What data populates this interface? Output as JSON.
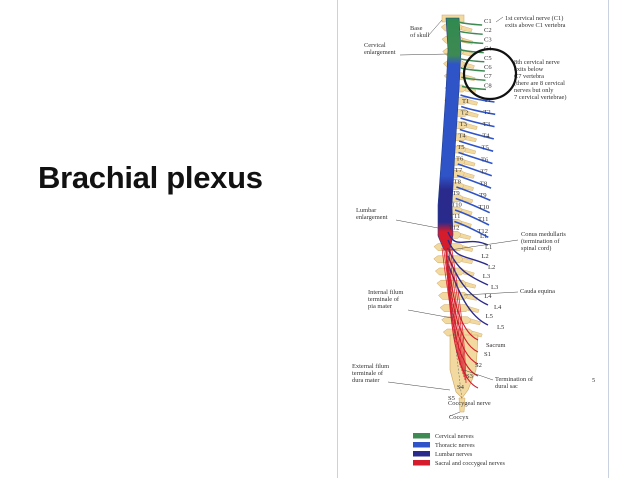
{
  "slide": {
    "title": "Brachial plexus",
    "page_number": "5"
  },
  "figure": {
    "labels": {
      "base_of_skull": [
        "Base",
        "of skull"
      ],
      "first_cervical": [
        "1st cervical nerve (C1)",
        "exits above C1 vertebra"
      ],
      "cervical_enlargement": [
        "Cervical",
        "enlargement"
      ],
      "eighth_cervical": [
        "8th cervical nerve",
        "exits below",
        "C7 vertebra",
        "(there are 8 cervical",
        "nerves but only",
        "7 cervical vertebrae)"
      ],
      "lumbar_enlargement": [
        "Lumbar",
        "enlargement"
      ],
      "conus_medullaris": [
        "Conus medullaris",
        "(termination of",
        "spinal cord)"
      ],
      "cauda_equina": [
        "Cauda equina"
      ],
      "internal_filum": [
        "Internal filum",
        "terminale of",
        "pia mater"
      ],
      "sacrum": [
        "Sacrum"
      ],
      "external_filum": [
        "External filum",
        "terminale of",
        "dura mater"
      ],
      "dural_sac": [
        "Termination of",
        "dural sac"
      ],
      "coccygeal_nerve": [
        "Coccygeal nerve"
      ],
      "coccyx": [
        "Coccyx"
      ]
    },
    "segments": {
      "cervical_spine": [
        "C1",
        "C2",
        "C3",
        "C4",
        "C5",
        "C6",
        "C7",
        "C8"
      ],
      "thoracic_spine": [
        "T1",
        "T2",
        "T3",
        "T4",
        "T5",
        "T6",
        "T7",
        "T8",
        "T9",
        "T10",
        "T11",
        "T12"
      ],
      "thoracic_nerve": [
        "T1",
        "T2",
        "T3",
        "T4",
        "T5",
        "T6",
        "T7",
        "T8",
        "T9",
        "T10",
        "T11",
        "T12"
      ],
      "lumbar_spine": [
        "L1",
        "L2",
        "L3",
        "L4",
        "L5"
      ],
      "lumbar_nerve": [
        "L1",
        "L2",
        "L3",
        "L4",
        "L5"
      ],
      "sacral": [
        "S1",
        "S2",
        "S3",
        "S4",
        "S5"
      ]
    },
    "legend": [
      {
        "label": "Cervical nerves",
        "color": "#3e8a53"
      },
      {
        "label": "Thoracic nerves",
        "color": "#2f54c8"
      },
      {
        "label": "Lumbar nerves",
        "color": "#2a2a8c"
      },
      {
        "label": "Sacral and coccygeal nerves",
        "color": "#d41c2c"
      }
    ],
    "colors": {
      "bone": "#f1d9a0",
      "bone_edge": "#cfa460",
      "highlight_circle": "#111111"
    }
  }
}
